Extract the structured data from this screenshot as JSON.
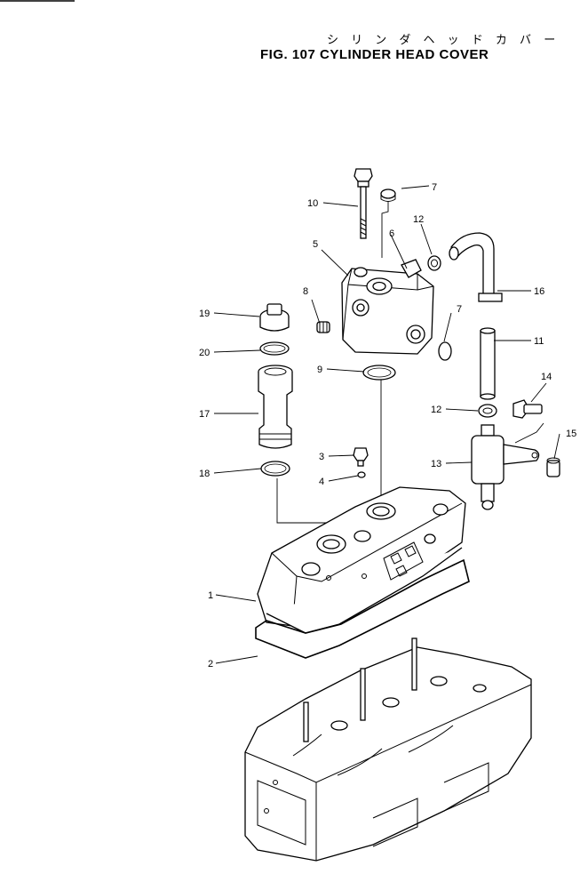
{
  "figure": {
    "title_jp": "シ リ ン ダ ヘ ッ ド カ バ ー",
    "title_en": "FIG. 107  CYLINDER HEAD COVER"
  },
  "callouts": [
    {
      "key": "c1",
      "label": "1"
    },
    {
      "key": "c2",
      "label": "2"
    },
    {
      "key": "c3",
      "label": "3"
    },
    {
      "key": "c4",
      "label": "4"
    },
    {
      "key": "c5",
      "label": "5"
    },
    {
      "key": "c6",
      "label": "6"
    },
    {
      "key": "c7a",
      "label": "7"
    },
    {
      "key": "c7b",
      "label": "7"
    },
    {
      "key": "c8",
      "label": "8"
    },
    {
      "key": "c9",
      "label": "9"
    },
    {
      "key": "c10",
      "label": "10"
    },
    {
      "key": "c11",
      "label": "11"
    },
    {
      "key": "c12a",
      "label": "12"
    },
    {
      "key": "c12b",
      "label": "12"
    },
    {
      "key": "c13",
      "label": "13"
    },
    {
      "key": "c14",
      "label": "14"
    },
    {
      "key": "c15",
      "label": "15"
    },
    {
      "key": "c16",
      "label": "16"
    },
    {
      "key": "c17",
      "label": "17"
    },
    {
      "key": "c18",
      "label": "18"
    },
    {
      "key": "c19",
      "label": "19"
    },
    {
      "key": "c20",
      "label": "20"
    }
  ]
}
